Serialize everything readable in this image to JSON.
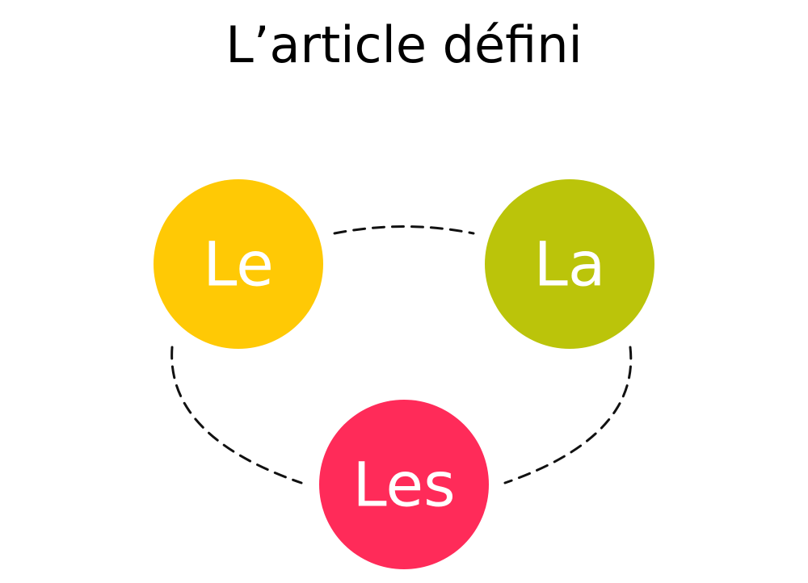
{
  "title": "L’article défini",
  "nodes": [
    {
      "id": "le",
      "label": "Le",
      "color": "#FFC905"
    },
    {
      "id": "la",
      "label": "La",
      "color": "#BBC40A"
    },
    {
      "id": "les",
      "label": "Les",
      "color": "#FF2B59"
    }
  ],
  "connector_color": "#111111"
}
